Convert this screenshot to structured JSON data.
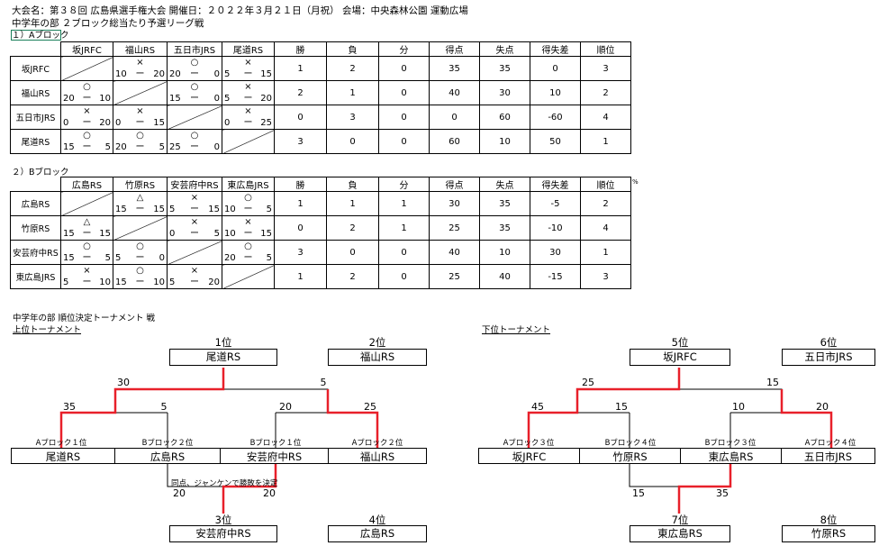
{
  "header": {
    "line1": "大会名：第３８回  広島県選手権大会     開催日：２０２２年３月２１日（月祝）  会場：中央森林公園  運動広場",
    "line2": "中学年の部    ２ブロック総当たり予選リーグ戦"
  },
  "block_a": {
    "label": "１）Aブロック",
    "teams": [
      "坂JRFC",
      "福山RS",
      "五日市JRS",
      "尾道RS"
    ],
    "stat_headers": [
      "勝",
      "負",
      "分",
      "得点",
      "失点",
      "得失差",
      "順位"
    ],
    "rows": [
      {
        "name": "坂JRFC",
        "cells": [
          null,
          {
            "mark": "×",
            "l": "10",
            "d": "ー",
            "r": "20"
          },
          {
            "mark": "○",
            "l": "20",
            "d": "ー",
            "r": "0"
          },
          {
            "mark": "×",
            "l": "5",
            "d": "ー",
            "r": "15"
          }
        ],
        "stats": [
          "1",
          "2",
          "0",
          "35",
          "35",
          "0",
          "3"
        ]
      },
      {
        "name": "福山RS",
        "cells": [
          {
            "mark": "○",
            "l": "20",
            "d": "ー",
            "r": "10"
          },
          null,
          {
            "mark": "○",
            "l": "15",
            "d": "ー",
            "r": "0"
          },
          {
            "mark": "×",
            "l": "5",
            "d": "ー",
            "r": "20"
          }
        ],
        "stats": [
          "2",
          "1",
          "0",
          "40",
          "30",
          "10",
          "2"
        ]
      },
      {
        "name": "五日市JRS",
        "cells": [
          {
            "mark": "×",
            "l": "0",
            "d": "ー",
            "r": "20"
          },
          {
            "mark": "×",
            "l": "0",
            "d": "ー",
            "r": "15"
          },
          null,
          {
            "mark": "×",
            "l": "0",
            "d": "ー",
            "r": "25"
          }
        ],
        "stats": [
          "0",
          "3",
          "0",
          "0",
          "60",
          "-60",
          "4"
        ]
      },
      {
        "name": "尾道RS",
        "cells": [
          {
            "mark": "○",
            "l": "15",
            "d": "ー",
            "r": "5"
          },
          {
            "mark": "○",
            "l": "20",
            "d": "ー",
            "r": "5"
          },
          {
            "mark": "○",
            "l": "25",
            "d": "ー",
            "r": "0"
          },
          null
        ],
        "stats": [
          "3",
          "0",
          "0",
          "60",
          "10",
          "50",
          "1"
        ]
      }
    ]
  },
  "block_b": {
    "label": "２）Bブロック",
    "teams": [
      "広島RS",
      "竹原RS",
      "安芸府中RS",
      "東広島JRS"
    ],
    "stat_headers": [
      "勝",
      "負",
      "分",
      "得点",
      "失点",
      "得失差",
      "順位"
    ],
    "percent": "%",
    "rows": [
      {
        "name": "広島RS",
        "cells": [
          null,
          {
            "mark": "△",
            "l": "15",
            "d": "ー",
            "r": "15"
          },
          {
            "mark": "×",
            "l": "5",
            "d": "ー",
            "r": "15"
          },
          {
            "mark": "○",
            "l": "10",
            "d": "ー",
            "r": "5"
          }
        ],
        "stats": [
          "1",
          "1",
          "1",
          "30",
          "35",
          "-5",
          "2"
        ]
      },
      {
        "name": "竹原RS",
        "cells": [
          {
            "mark": "△",
            "l": "15",
            "d": "ー",
            "r": "15"
          },
          null,
          {
            "mark": "×",
            "l": "0",
            "d": "ー",
            "r": "5"
          },
          {
            "mark": "×",
            "l": "10",
            "d": "ー",
            "r": "15"
          }
        ],
        "stats": [
          "0",
          "2",
          "1",
          "25",
          "35",
          "-10",
          "4"
        ]
      },
      {
        "name": "安芸府中RS",
        "cells": [
          {
            "mark": "○",
            "l": "15",
            "d": "ー",
            "r": "5"
          },
          {
            "mark": "○",
            "l": "5",
            "d": "ー",
            "r": "0"
          },
          null,
          {
            "mark": "○",
            "l": "20",
            "d": "ー",
            "r": "5"
          }
        ],
        "stats": [
          "3",
          "0",
          "0",
          "40",
          "10",
          "30",
          "1"
        ]
      },
      {
        "name": "東広島JRS",
        "cells": [
          {
            "mark": "×",
            "l": "5",
            "d": "ー",
            "r": "10"
          },
          {
            "mark": "○",
            "l": "15",
            "d": "ー",
            "r": "10"
          },
          {
            "mark": "×",
            "l": "5",
            "d": "ー",
            "r": "20"
          },
          null
        ],
        "stats": [
          "1",
          "2",
          "0",
          "25",
          "40",
          "-15",
          "3"
        ]
      }
    ]
  },
  "tournament": {
    "title": "中学年の部   順位決定トーナメント 戦",
    "upper": {
      "label": "上位トーナメント",
      "rank1": "1位",
      "rank1_team": "尾道RS",
      "rank2": "2位",
      "rank2_team": "福山RS",
      "final_left": "30",
      "final_right": "5",
      "semi1_left": "35",
      "semi1_right": "5",
      "semi2_left": "20",
      "semi2_right": "25",
      "seeds": [
        "Aブロック１位",
        "Bブロック２位",
        "Bブロック１位",
        "Aブロック２位"
      ],
      "teams": [
        "尾道RS",
        "広島RS",
        "安芸府中RS",
        "福山RS"
      ],
      "third_note": "同点、ジャンケンで勝敗を決定",
      "third_left": "20",
      "third_right": "20",
      "rank3": "3位",
      "rank3_team": "安芸府中RS",
      "rank4": "4位",
      "rank4_team": "広島RS"
    },
    "lower": {
      "label": "下位トーナメント",
      "rank5": "5位",
      "rank5_team": "坂JRFC",
      "rank6": "6位",
      "rank6_team": "五日市JRS",
      "final_left": "25",
      "final_right": "15",
      "semi1_left": "45",
      "semi1_right": "15",
      "semi2_left": "10",
      "semi2_right": "20",
      "seeds": [
        "Aブロック３位",
        "Bブロック４位",
        "Bブロック３位",
        "Aブロック４位"
      ],
      "teams": [
        "坂JRFC",
        "竹原RS",
        "東広島RS",
        "五日市JRS"
      ],
      "third_left": "15",
      "third_right": "35",
      "rank7": "7位",
      "rank7_team": "東広島RS",
      "rank8": "8位",
      "rank8_team": "竹原RS"
    }
  },
  "colors": {
    "win_line": "#e8202a",
    "line": "#000000"
  }
}
